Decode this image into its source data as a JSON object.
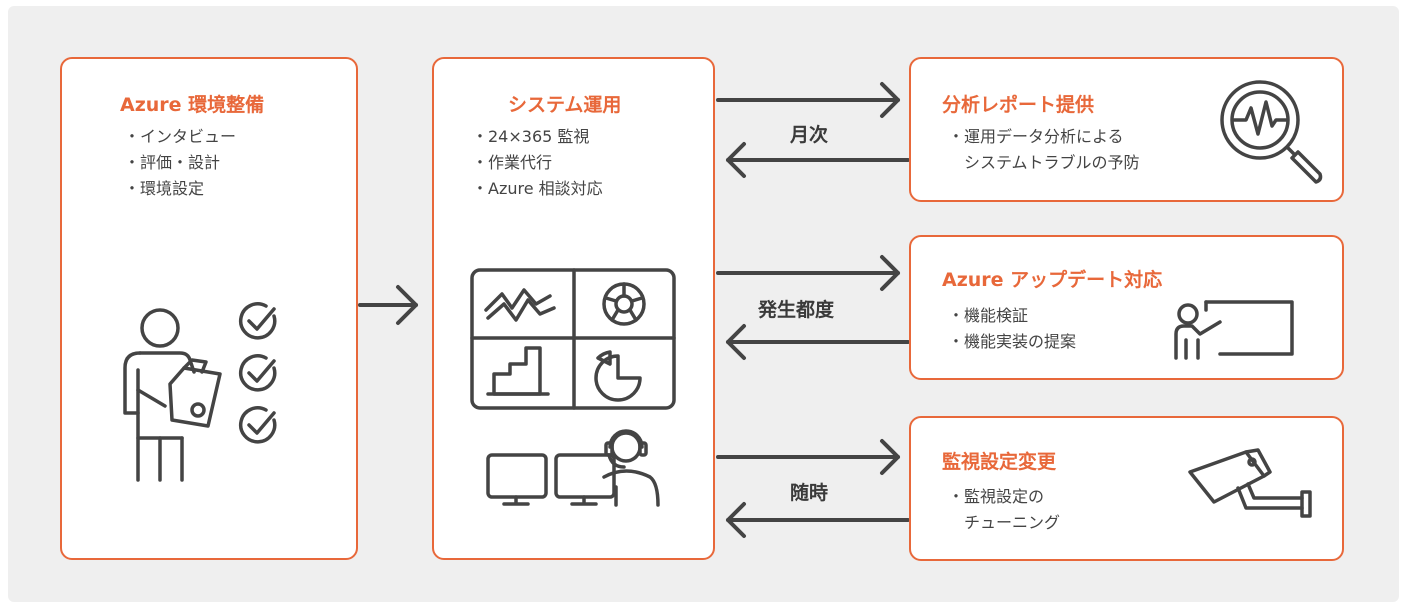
{
  "colors": {
    "accent": "#e8683a",
    "icon": "#444444",
    "background": "#efefef"
  },
  "azure_setup": {
    "title": "Azure 環境整備",
    "items": [
      "・インタビュー",
      "・評価・設計",
      "・環境設定"
    ],
    "icons": [
      "person-clipboard-icon",
      "checkmark-circle-icon"
    ]
  },
  "system_operation": {
    "title": "システム運用",
    "items": [
      "・24×365 監視",
      "・作業代行",
      "・Azure 相談対応"
    ],
    "icons": [
      "monitoring-dashboard-icon",
      "operator-headset-icon"
    ]
  },
  "arrows": {
    "monthly": "月次",
    "on_occurrence": "発生都度",
    "as_needed": "随時"
  },
  "report": {
    "title": "分析レポート提供",
    "lines": [
      "・運用データ分析による",
      "　システムトラブルの予防"
    ],
    "icon": "magnifier-graph-icon"
  },
  "update": {
    "title": "Azure アップデート対応",
    "items": [
      "・機能検証",
      "・機能実装の提案"
    ],
    "icon": "presenter-board-icon"
  },
  "monitoring_change": {
    "title": "監視設定変更",
    "lines": [
      "・監視設定の",
      "　チューニング"
    ],
    "icon": "security-camera-icon"
  }
}
